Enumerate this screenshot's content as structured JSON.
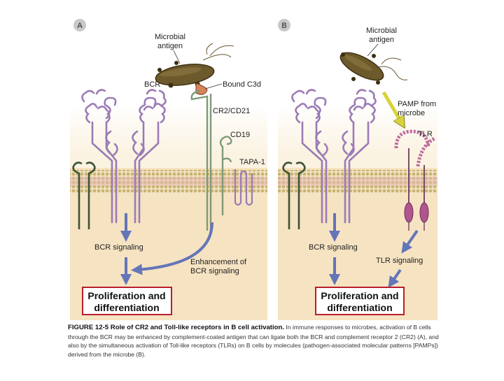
{
  "panel_a": {
    "letter": "A",
    "microbial_antigen": [
      "Microbial",
      "antigen"
    ],
    "bcr": "BCR",
    "bound_c3d": "Bound C3d",
    "cr2_cd21": "CR2/CD21",
    "cd19": "CD19",
    "tapa1": "TAPA-1",
    "bcr_signaling": "BCR signaling",
    "enhancement": [
      "Enhancement of",
      "BCR signaling"
    ],
    "outcome": [
      "Proliferation and",
      "differentiation"
    ]
  },
  "panel_b": {
    "letter": "B",
    "microbial_antigen": [
      "Microbial",
      "antigen"
    ],
    "pamp": [
      "PAMP from",
      "microbe"
    ],
    "tlr": "TLR",
    "bcr_signaling": "BCR signaling",
    "tlr_signaling": "TLR signaling",
    "outcome": [
      "Proliferation and",
      "differentiation"
    ]
  },
  "caption": {
    "title": "FIGURE 12-5 Role of CR2 and Toll-like receptors in B cell activation.",
    "body": "In immune responses to microbes, activation of B cells through the BCR may be enhanced by complement-coated antigen that can ligate both the BCR and complement receptor 2 (CR2) (A), and also by the simultaneous activation of Toll-like receptors (TLRs) on B cells by molecules (pathogen-associated molecular patterns [PAMPs]) derived from the microbe (B)."
  },
  "colors": {
    "cytoplasm": "#f6e3c2",
    "membrane_bead": "#d6c082",
    "receptor_purple": "#9b7bb5",
    "receptor_green": "#7e9a77",
    "arrow_blue": "#6475b8",
    "pamp_arrow": "#d8d23a",
    "bacterium": "#6d5a2c",
    "outcome_border": "#b81e2e",
    "tlr_pink": "#c06d9e"
  }
}
